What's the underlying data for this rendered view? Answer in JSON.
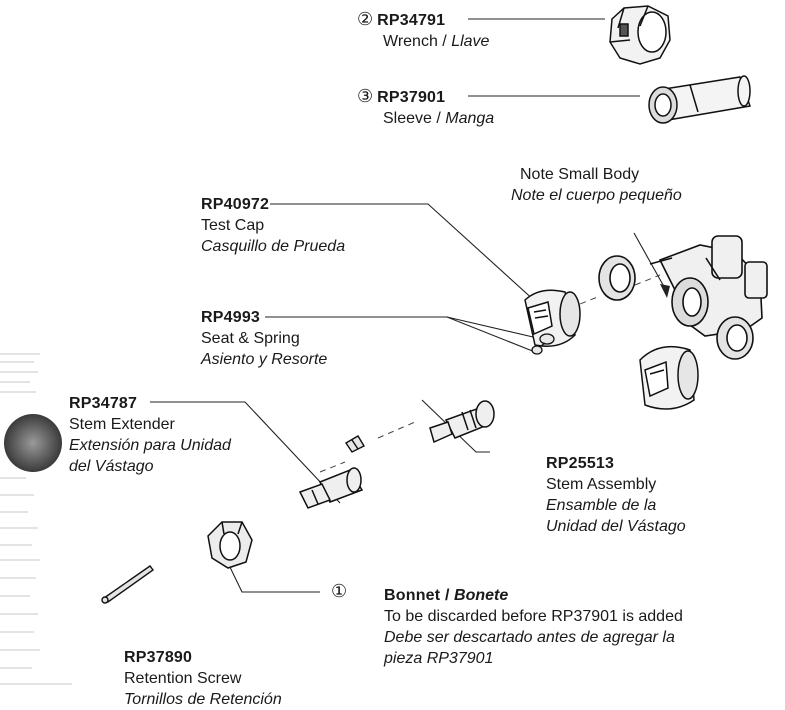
{
  "parts": {
    "wrench": {
      "marker": "②",
      "number": "RP34791",
      "name_en": "Wrench",
      "name_es": "Llave"
    },
    "sleeve": {
      "marker": "③",
      "number": "RP37901",
      "name_en": "Sleeve",
      "name_es": "Manga"
    },
    "test_cap": {
      "number": "RP40972",
      "name_en": "Test Cap",
      "name_es": "Casquillo de Prueda"
    },
    "seat_spring": {
      "number": "RP4993",
      "name_en": "Seat & Spring",
      "name_es": "Asiento y Resorte"
    },
    "stem_extender": {
      "number": "RP34787",
      "name_en": "Stem Extender",
      "name_es_1": "Extensión para Unidad",
      "name_es_2": "del Vástago"
    },
    "stem_assembly": {
      "number": "RP25513",
      "name_en": "Stem Assembly",
      "name_es_1": "Ensamble de la",
      "name_es_2": "Unidad del Vástago"
    },
    "retention_screw": {
      "number": "RP37890",
      "name_en": "Retention Screw",
      "name_es": "Tornillos de Retención"
    },
    "bonnet": {
      "marker": "①",
      "name_en": "Bonnet /",
      "name_es": "Bonete",
      "note_en": "To be discarded before RP37901 is added",
      "note_es_1": "Debe ser descartado antes de agregar la",
      "note_es_2": "pieza RP37901"
    }
  },
  "body_note": {
    "en": "Note Small Body",
    "es": "Note el cuerpo pequeño"
  },
  "separator": " / "
}
